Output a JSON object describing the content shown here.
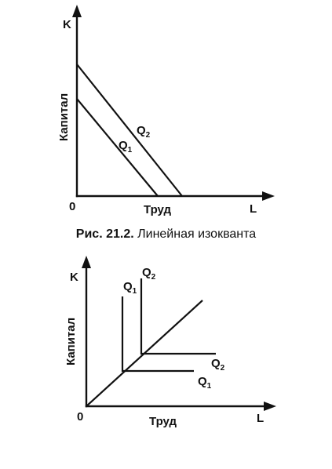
{
  "figure_top": {
    "y_axis_label": "K",
    "x_axis_label": "L",
    "y_axis_title": "Капитал",
    "x_axis_title": "Труд",
    "origin_label": "0",
    "isoquant_labels": [
      {
        "base": "Q",
        "sub": "1"
      },
      {
        "base": "Q",
        "sub": "2"
      }
    ]
  },
  "caption": {
    "number": "Рис. 21.2.",
    "text": " Линейная изокванта"
  },
  "figure_bottom": {
    "y_axis_label": "K",
    "x_axis_label": "L",
    "y_axis_title": "Капитал",
    "x_axis_title": "Труд",
    "origin_label": "0",
    "top_labels": [
      {
        "base": "Q",
        "sub": "1"
      },
      {
        "base": "Q",
        "sub": "2"
      }
    ],
    "right_labels": [
      {
        "base": "Q",
        "sub": "2"
      },
      {
        "base": "Q",
        "sub": "1"
      }
    ]
  },
  "colors": {
    "ink": "#111111",
    "background": "#ffffff"
  }
}
